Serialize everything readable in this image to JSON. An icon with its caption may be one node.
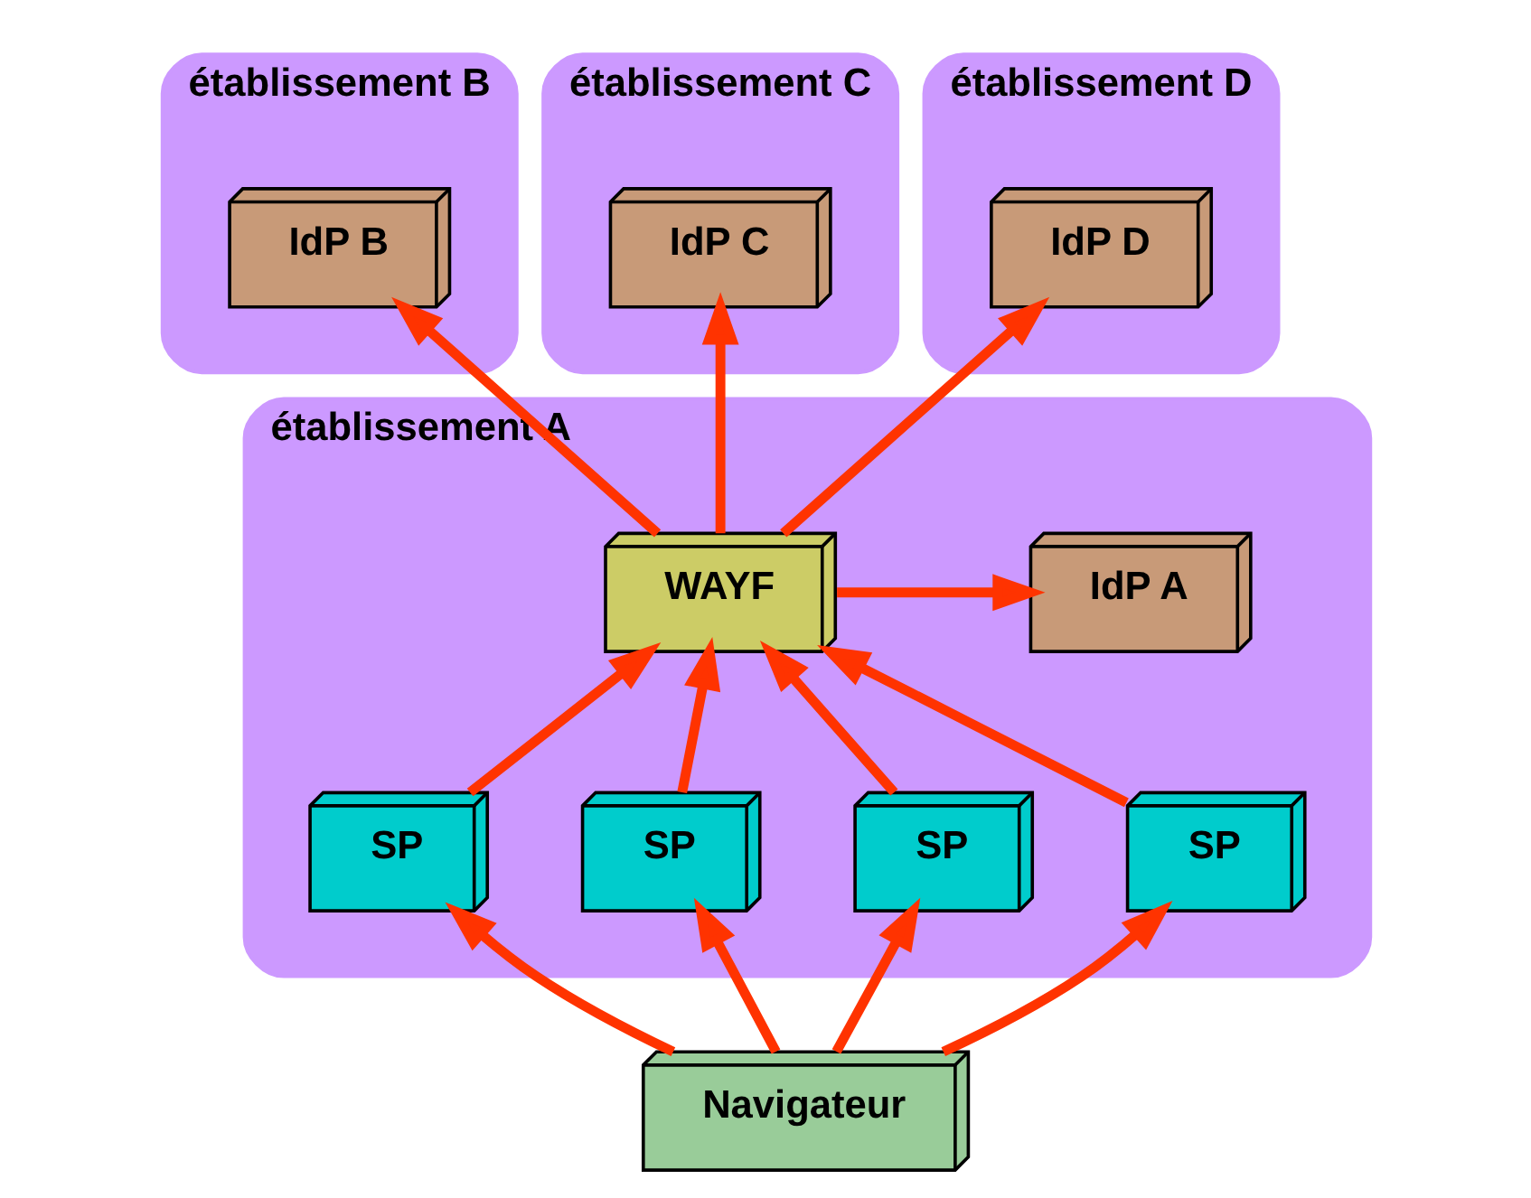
{
  "diagram": {
    "nodes": [
      {
        "text": [
          "établissement B"
        ]
      },
      {
        "text": [
          "IdP B"
        ],
        "in": 0
      },
      {
        "text": [
          "établissement C"
        ]
      },
      {
        "text": [
          "IdP C"
        ],
        "in": 2
      },
      {
        "text": [
          "établissement D"
        ]
      },
      {
        "text": [
          "IdP D"
        ],
        "in": 4
      },
      {
        "text": [
          "établissement A"
        ]
      },
      {
        "text": [
          "IdP A"
        ],
        "in": 6
      },
      {
        "text": [
          "WAYF"
        ],
        "in": 6
      },
      {
        "text": [
          "SP"
        ],
        "in": 6
      },
      {
        "text": [
          "SP"
        ],
        "in": 6
      },
      {
        "text": [
          "SP"
        ],
        "in": 6
      },
      {
        "text": [
          "SP"
        ],
        "in": 6
      },
      {
        "text": [
          "Navigateur"
        ]
      }
    ],
    "edges": [
      {
        "from": 8,
        "to": 1,
        "arrow": "to"
      },
      {
        "from": 8,
        "to": 3,
        "arrow": "to"
      },
      {
        "from": 8,
        "to": 5,
        "arrow": "to"
      },
      {
        "from": 8,
        "to": 7,
        "arrow": "to"
      },
      {
        "from": 9,
        "to": 8,
        "arrow": "to"
      },
      {
        "from": 10,
        "to": 8,
        "arrow": "to"
      },
      {
        "from": 11,
        "to": 8,
        "arrow": "to"
      },
      {
        "from": 12,
        "to": 8,
        "arrow": "to"
      },
      {
        "from": 13,
        "to": 9,
        "arrow": "to"
      },
      {
        "from": 13,
        "to": 10,
        "arrow": "to"
      },
      {
        "from": 13,
        "to": 11,
        "arrow": "to"
      },
      {
        "from": 13,
        "to": 12,
        "arrow": "to"
      }
    ]
  }
}
